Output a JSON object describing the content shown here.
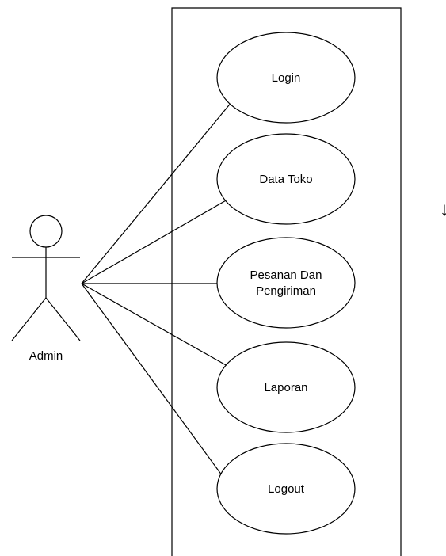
{
  "actor": {
    "label": "Admin",
    "icon": "stick-figure-icon"
  },
  "use_cases": [
    {
      "id": "login",
      "lines": [
        "Login"
      ]
    },
    {
      "id": "data-toko",
      "lines": [
        "Data Toko"
      ]
    },
    {
      "id": "pesanan-dan-pengiriman",
      "lines": [
        "Pesanan Dan",
        "Pengiriman"
      ]
    },
    {
      "id": "laporan",
      "lines": [
        "Laporan"
      ]
    },
    {
      "id": "logout",
      "lines": [
        "Logout"
      ]
    }
  ],
  "colors": {
    "stroke": "#000000",
    "background": "#ffffff"
  },
  "edge_glyph": "↓"
}
